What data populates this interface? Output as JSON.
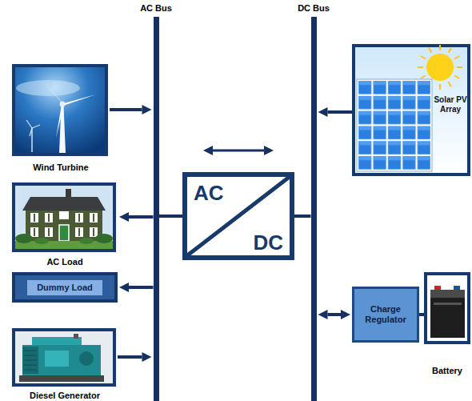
{
  "diagram": {
    "nodes": [
      {
        "text": [
          "AC Bus"
        ]
      },
      {
        "text": [
          "DC Bus"
        ]
      },
      {
        "text": [
          "Solar PV Array"
        ]
      },
      {
        "text": [
          "Wind Turbine"
        ]
      },
      {
        "text": [
          "AC Load"
        ]
      },
      {
        "text": [
          "AC",
          "DC"
        ]
      },
      {
        "text": [
          "Dummy Load"
        ]
      },
      {
        "text": [
          "Charge Regulator"
        ]
      },
      {
        "text": [
          "Battery"
        ]
      },
      {
        "text": [
          "Diesel Generator"
        ]
      }
    ],
    "edges": [
      {
        "from": 2,
        "to": 1,
        "arrow": "to"
      },
      {
        "from": 3,
        "to": 0,
        "arrow": "to"
      },
      {
        "from": 0,
        "to": 4,
        "arrow": "to"
      },
      {
        "from": 0,
        "to": 5,
        "arrow": "none"
      },
      {
        "from": 5,
        "to": 1,
        "arrow": "none"
      },
      {
        "from": 0,
        "to": 6,
        "arrow": "to"
      },
      {
        "from": 1,
        "to": 7,
        "arrow": "both"
      },
      {
        "from": 7,
        "to": 8,
        "arrow": "none"
      },
      {
        "from": 9,
        "to": 0,
        "arrow": "to"
      }
    ]
  }
}
